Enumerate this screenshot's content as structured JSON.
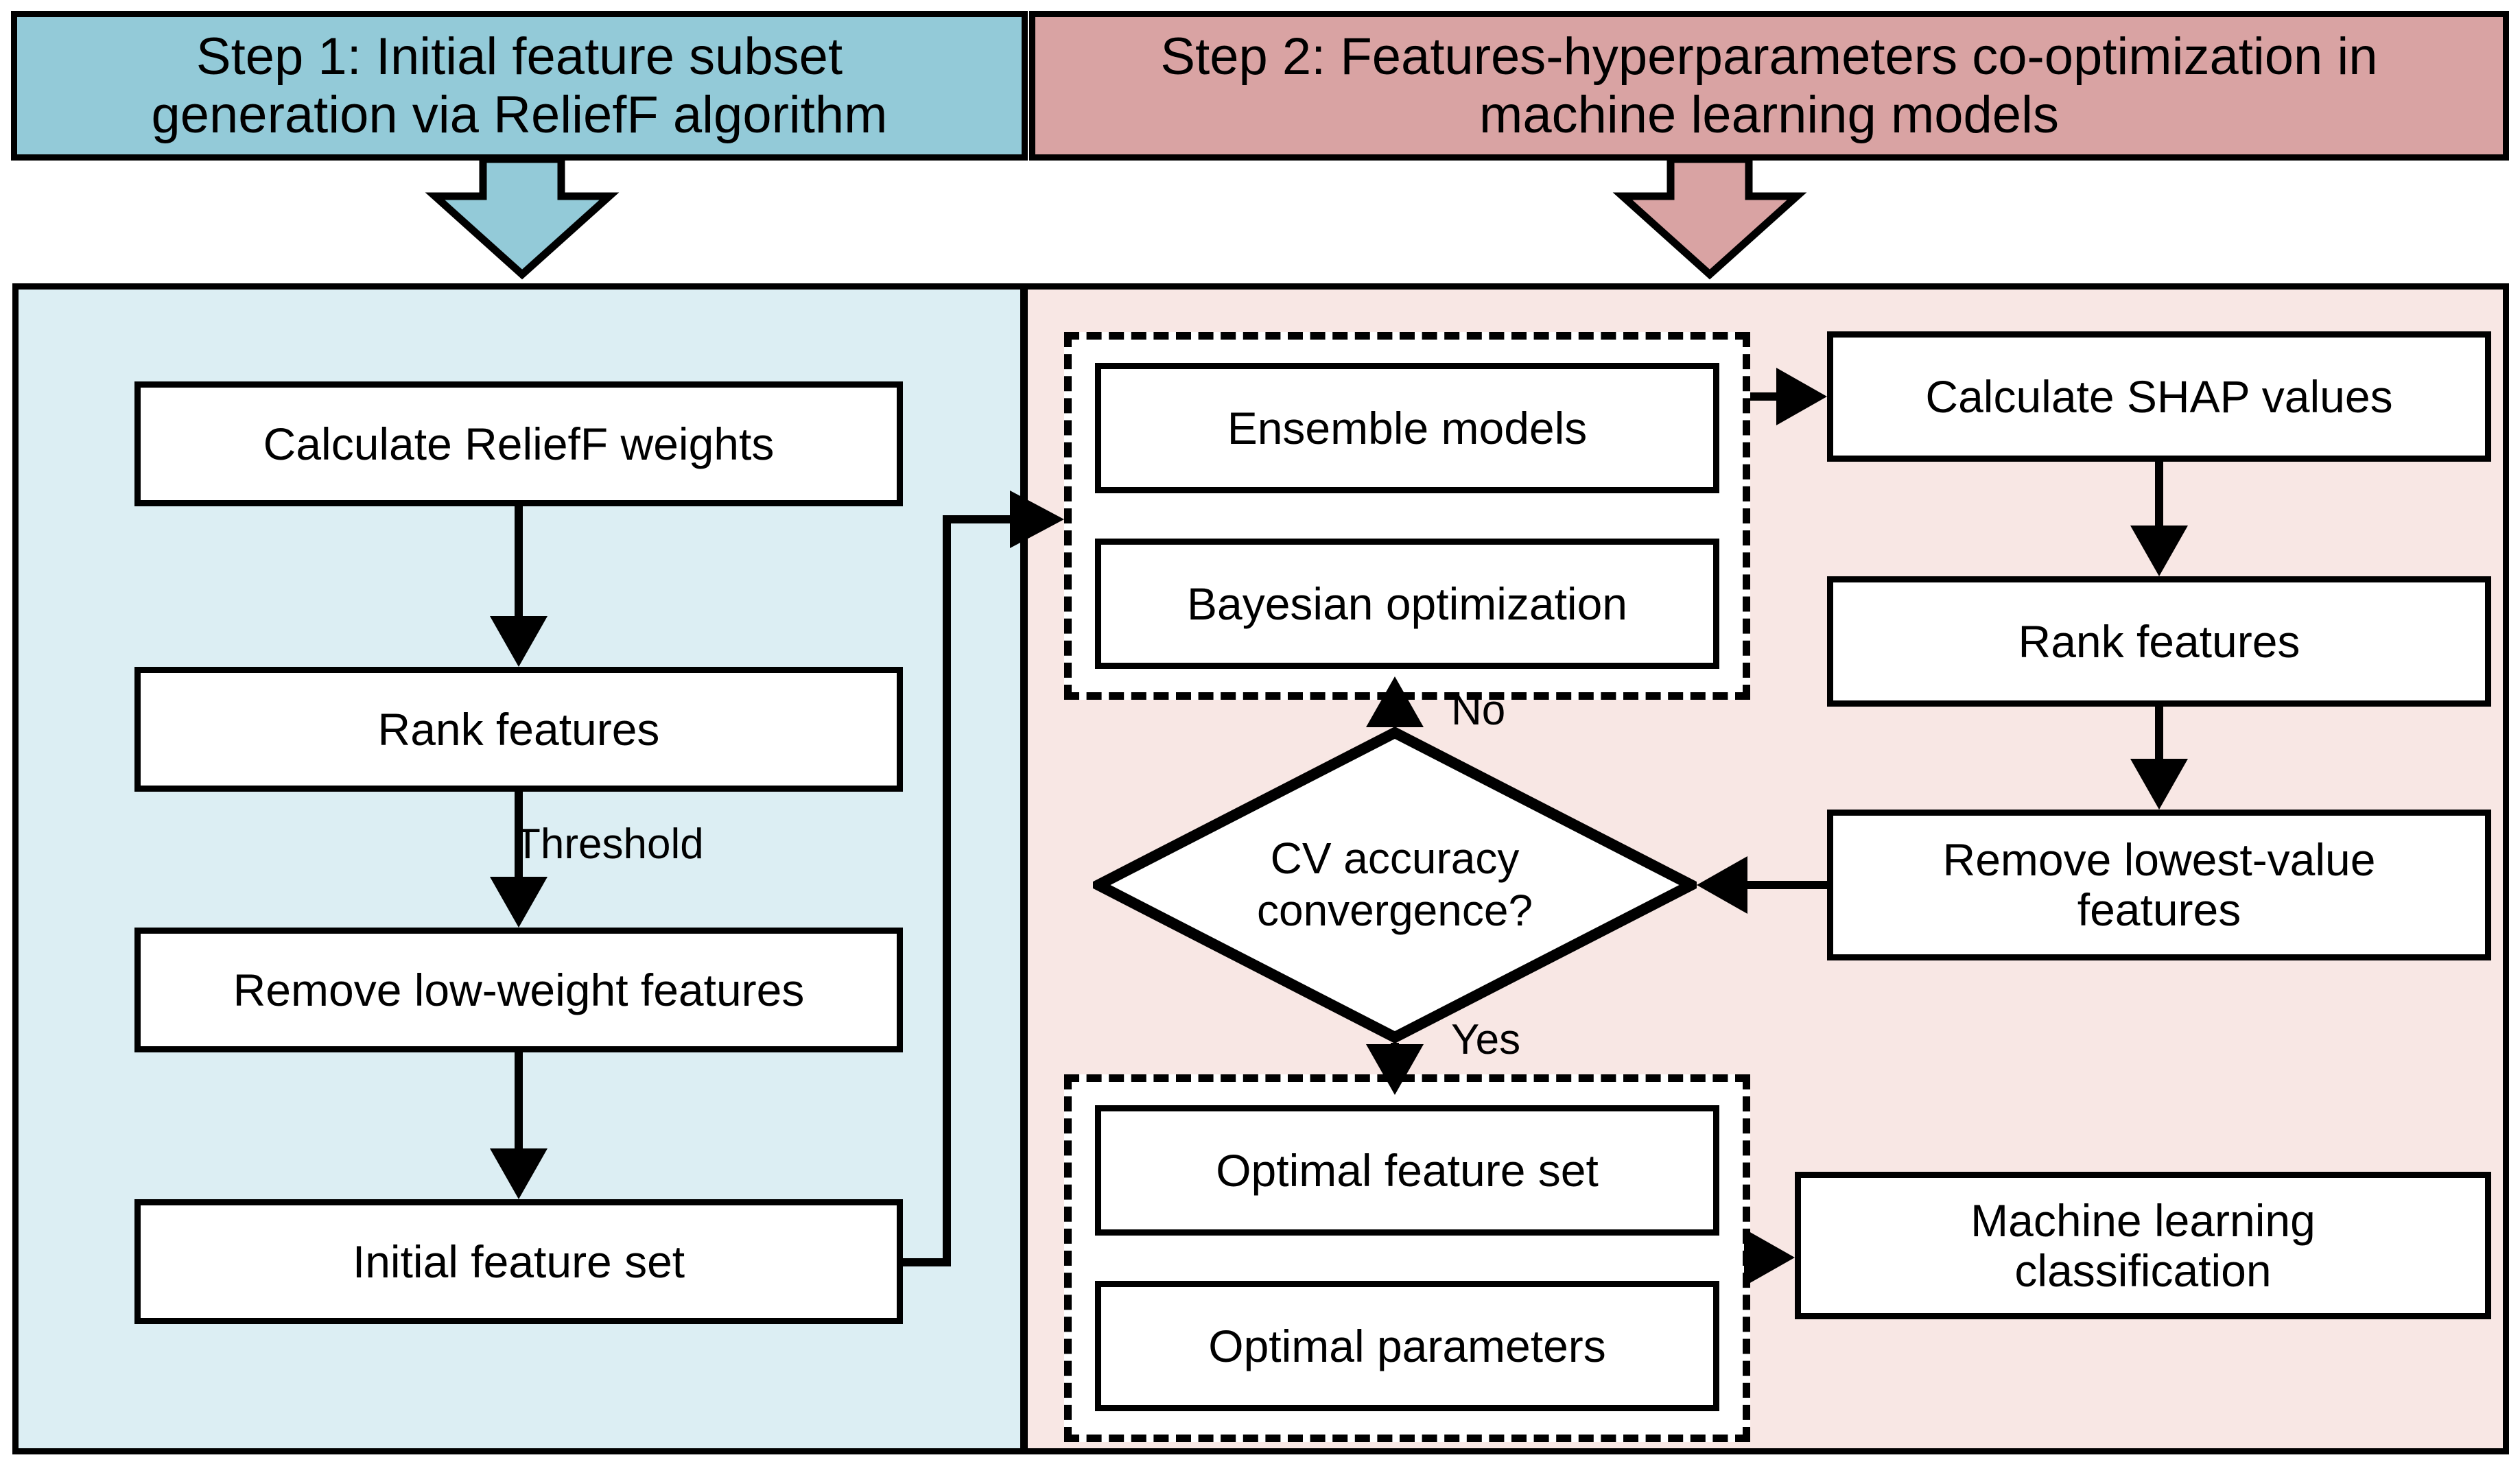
{
  "header": {
    "left": {
      "line1": "Step 1: Initial feature subset",
      "line2": "generation via ReliefF algorithm",
      "bg": "#93cad8"
    },
    "right": {
      "line1": "Step 2: Features-hyperparameters co-optimization in",
      "line2": "machine learning models",
      "bg": "#d9a3a3"
    }
  },
  "panels": {
    "left_bg": "#dceef3",
    "right_bg": "#f8e7e4"
  },
  "left_flow": {
    "boxes": [
      {
        "label": "Calculate ReliefF weights"
      },
      {
        "label": "Rank features"
      },
      {
        "label": "Remove low-weight features"
      },
      {
        "label": "Initial feature set"
      }
    ],
    "edge_labels": [
      "Threshold"
    ]
  },
  "right_flow": {
    "optimization_group": {
      "boxes": [
        {
          "label": "Ensemble models"
        },
        {
          "label": "Bayesian optimization"
        }
      ]
    },
    "result_group": {
      "boxes": [
        {
          "label": "Optimal feature set"
        },
        {
          "label": "Optimal parameters"
        }
      ]
    },
    "decision": {
      "line1": "CV accuracy",
      "line2": "convergence?",
      "branch_no": "No",
      "branch_yes": "Yes"
    },
    "side_boxes": [
      {
        "label": "Calculate SHAP values"
      },
      {
        "label": "Rank features"
      },
      {
        "line1": "Remove lowest-value",
        "line2": "features"
      },
      {
        "line1": "Machine learning",
        "line2": "classification"
      }
    ]
  },
  "colors": {
    "stroke": "#000000",
    "box_fill": "#ffffff"
  }
}
